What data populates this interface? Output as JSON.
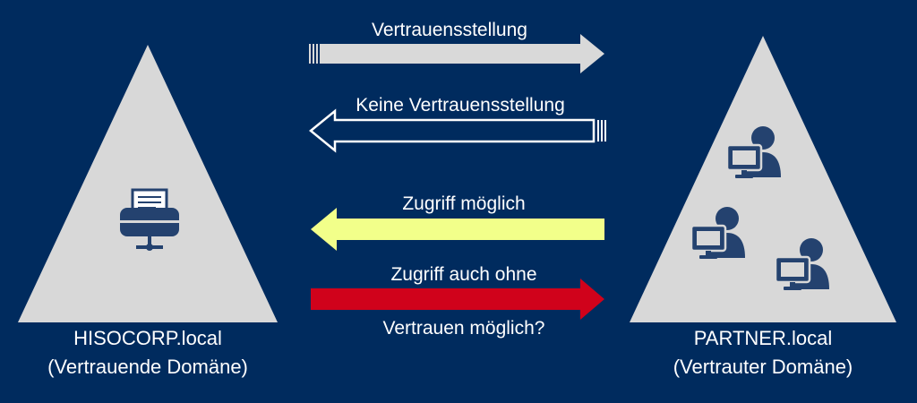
{
  "colors": {
    "background": "#002b5e",
    "triangle": "#d8d8d8",
    "icon": "#24426f",
    "arrow_trust": "#d9d9d9",
    "arrow_access": "#f2ff8a",
    "arrow_question": "#d0021b",
    "text": "#ffffff"
  },
  "left_domain": {
    "name": "HISOCORP.local",
    "role": "(Vertrauende Domäne)",
    "icon": "network-printer-icon"
  },
  "right_domain": {
    "name": "PARTNER.local",
    "role": "(Vertrauter Domäne)",
    "icon": "user-computer-icon"
  },
  "arrows": [
    {
      "label": "Vertrauensstellung",
      "direction": "right",
      "style": "filled-gray"
    },
    {
      "label": "Keine Vertrauensstellung",
      "direction": "left",
      "style": "outlined"
    },
    {
      "label": "Zugriff möglich",
      "direction": "left",
      "style": "filled-yellow"
    },
    {
      "label_line1": "Zugriff auch ohne",
      "label_line2": "Vertrauen möglich?",
      "direction": "right",
      "style": "filled-red"
    }
  ]
}
